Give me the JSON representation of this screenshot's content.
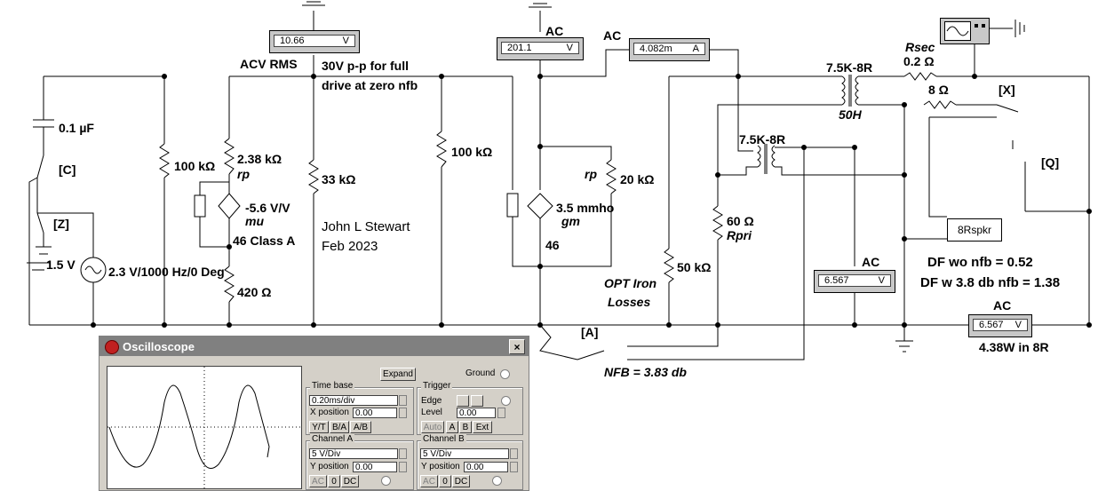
{
  "labels": {
    "acv_rms": "ACV RMS",
    "drive_note_1": "30V p-p for full",
    "drive_note_2": "drive at zero nfb",
    "author": "John L Stewart",
    "date": "Feb 2023",
    "cap_c": "0.1 µF",
    "switch_c": "[C]",
    "switch_z": "[Z]",
    "battery": "1.5 V",
    "source": "2.3 V/1000 Hz/0 Deg",
    "r100a": "100 kΩ",
    "r238": "2.38 kΩ",
    "rp1": "rp",
    "mu_gain": "-5.6 V/V",
    "mu": "mu",
    "class_a": "46 Class A",
    "r420": "420 Ω",
    "r33": "33 kΩ",
    "r100b": "100 kΩ",
    "rp2": "rp",
    "r20": "20 kΩ",
    "gm_val": "3.5 mmho",
    "gm": "gm",
    "tube46": "46",
    "ac_top": "AC",
    "ac_top2": "AC",
    "opt_top": "7.5K-8R",
    "opt_top_ind": "50H",
    "opt_mid": "7.5K-8R",
    "rsec": "Rsec",
    "rsec_val": "0.2 Ω",
    "r8": "8 Ω",
    "switch_x": "[X]",
    "switch_q": "[Q]",
    "r60": "60 Ω",
    "rpri": "Rpri",
    "r50k": "50 kΩ",
    "opt_iron_1": "OPT Iron",
    "opt_iron_2": "Losses",
    "speaker": "8Rspkr",
    "ac_mid": "AC",
    "ac_right": "AC",
    "df_wo": "DF wo nfb = 0.52",
    "df_w": "DF w 3.8 db nfb = 1.38",
    "power": "4.38W in 8R",
    "switch_a": "[A]",
    "nfb": "NFB = 3.83 db"
  },
  "meters": {
    "acv": {
      "value": "10.66",
      "unit": "V"
    },
    "ac_grid": {
      "value": "201.1",
      "unit": "V"
    },
    "ac_current": {
      "value": "4.082m",
      "unit": "A"
    },
    "ac_mid": {
      "value": "6.567",
      "unit": "V"
    },
    "ac_out": {
      "value": "6.567",
      "unit": "V"
    }
  },
  "oscilloscope": {
    "title": "Oscilloscope",
    "close": "×",
    "expand": "Expand",
    "ground": "Ground",
    "timebase": {
      "title": "Time base",
      "value": "0.20ms/div",
      "xpos_label": "X position",
      "xpos": "0.00",
      "modes": [
        "Y/T",
        "B/A",
        "A/B"
      ]
    },
    "trigger": {
      "title": "Trigger",
      "edge_label": "Edge",
      "level_label": "Level",
      "level": "0.00",
      "modes": [
        "Auto",
        "A",
        "B",
        "Ext"
      ]
    },
    "channel_a": {
      "title": "Channel A",
      "value": "5 V/Div",
      "ypos_label": "Y position",
      "ypos": "0.00",
      "coupling": [
        "AC",
        "0",
        "DC"
      ]
    },
    "channel_b": {
      "title": "Channel B",
      "value": "5 V/Div",
      "ypos_label": "Y position",
      "ypos": "0.00",
      "coupling": [
        "AC",
        "0",
        "DC"
      ]
    }
  }
}
